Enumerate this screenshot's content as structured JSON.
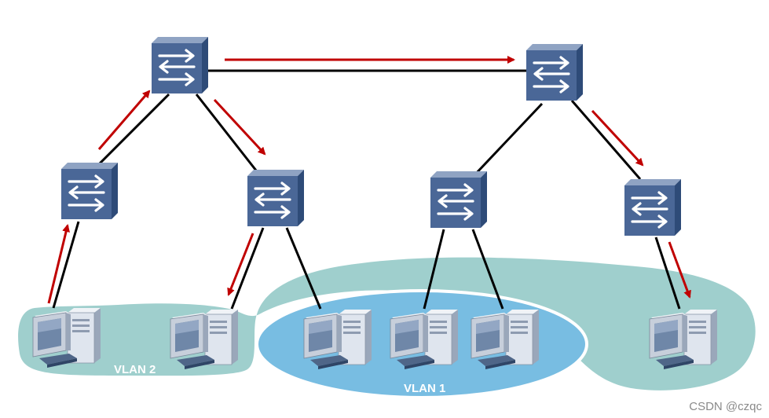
{
  "labels": {
    "vlan2": "VLAN 2",
    "vlan1": "VLAN 1",
    "watermark": "CSDN @czqc"
  },
  "colors": {
    "vlan2_region": "#9fcfcd",
    "vlan1_region": "#78bde2",
    "vlan1_border": "#ffffff",
    "link": "#000000",
    "arrow": "#c00000",
    "switch_top": "#8fa3c3",
    "switch_front": "#4a6797",
    "switch_side": "#2e4b78",
    "pc_body": "#dfe5ee",
    "pc_screen": "#6f87a8"
  },
  "icons": {
    "switch": "switch-icon",
    "computer": "computer-icon",
    "arrow": "traffic-arrow"
  },
  "nodes": {
    "switches": [
      "root-switch-left",
      "root-switch-right",
      "access-switch-1",
      "access-switch-2",
      "access-switch-3",
      "access-switch-4"
    ],
    "computers": [
      "pc-1",
      "pc-2",
      "pc-3",
      "pc-4",
      "pc-5",
      "pc-6"
    ]
  }
}
